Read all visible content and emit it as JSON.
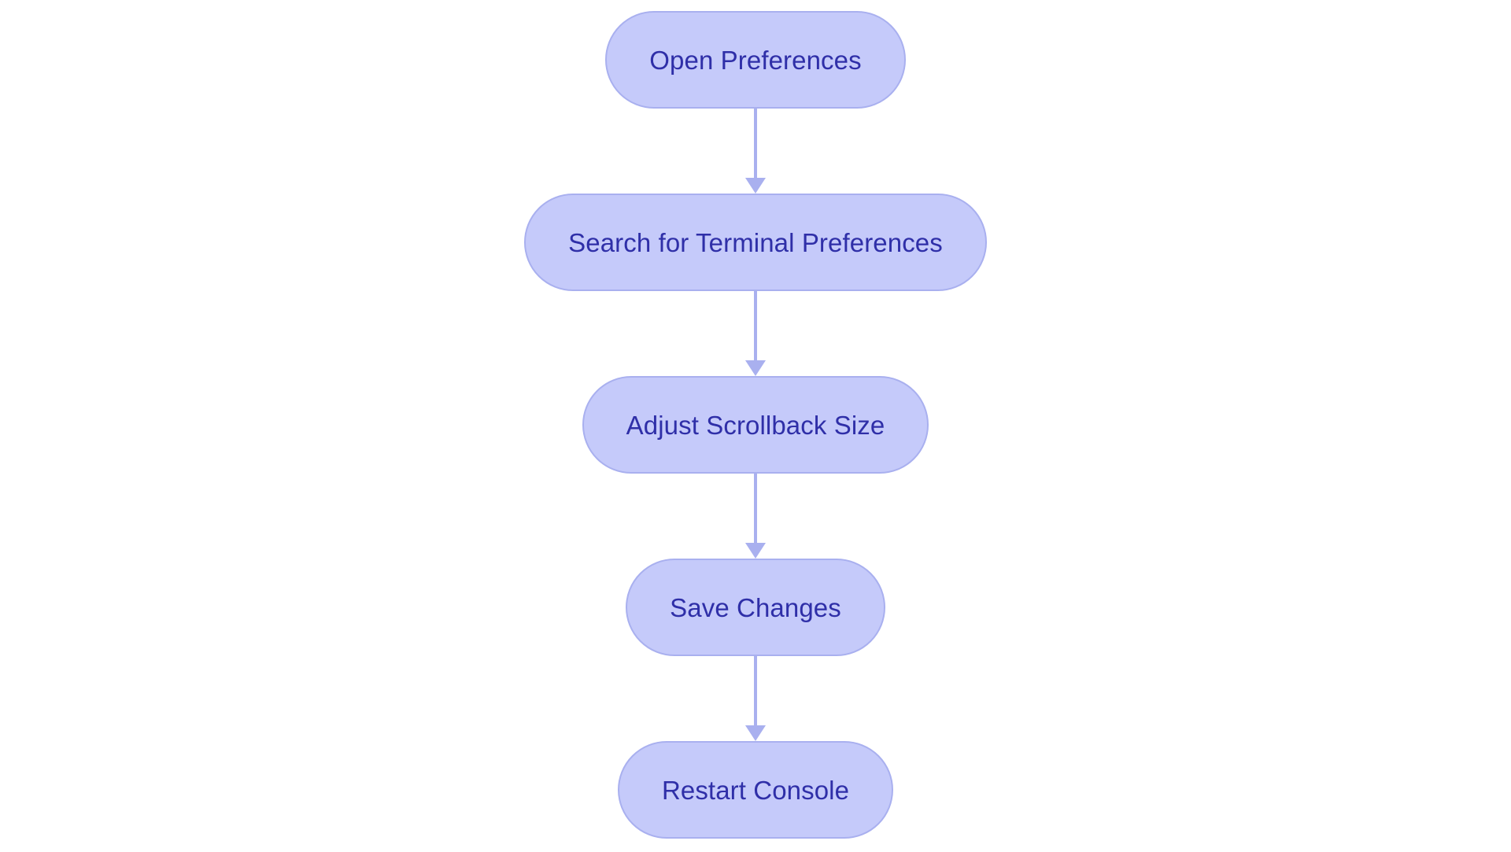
{
  "diagram": {
    "type": "flowchart",
    "orientation": "top-to-bottom",
    "background_color": "#ffffff",
    "node_fill_color": "#c5cafa",
    "node_border_color": "#a9b0ef",
    "node_text_color": "#2f2fa8",
    "connector_color": "#a9b0ef",
    "node_shape": "stadium",
    "nodes": [
      {
        "id": "open-preferences",
        "label": "Open Preferences"
      },
      {
        "id": "search-terminal-preferences",
        "label": "Search for Terminal Preferences"
      },
      {
        "id": "adjust-scrollback-size",
        "label": "Adjust Scrollback Size"
      },
      {
        "id": "save-changes",
        "label": "Save Changes"
      },
      {
        "id": "restart-console",
        "label": "Restart Console"
      }
    ],
    "edges": [
      {
        "from": "open-preferences",
        "to": "search-terminal-preferences",
        "label": ""
      },
      {
        "from": "search-terminal-preferences",
        "to": "adjust-scrollback-size",
        "label": ""
      },
      {
        "from": "adjust-scrollback-size",
        "to": "save-changes",
        "label": ""
      },
      {
        "from": "save-changes",
        "to": "restart-console",
        "label": ""
      }
    ]
  }
}
